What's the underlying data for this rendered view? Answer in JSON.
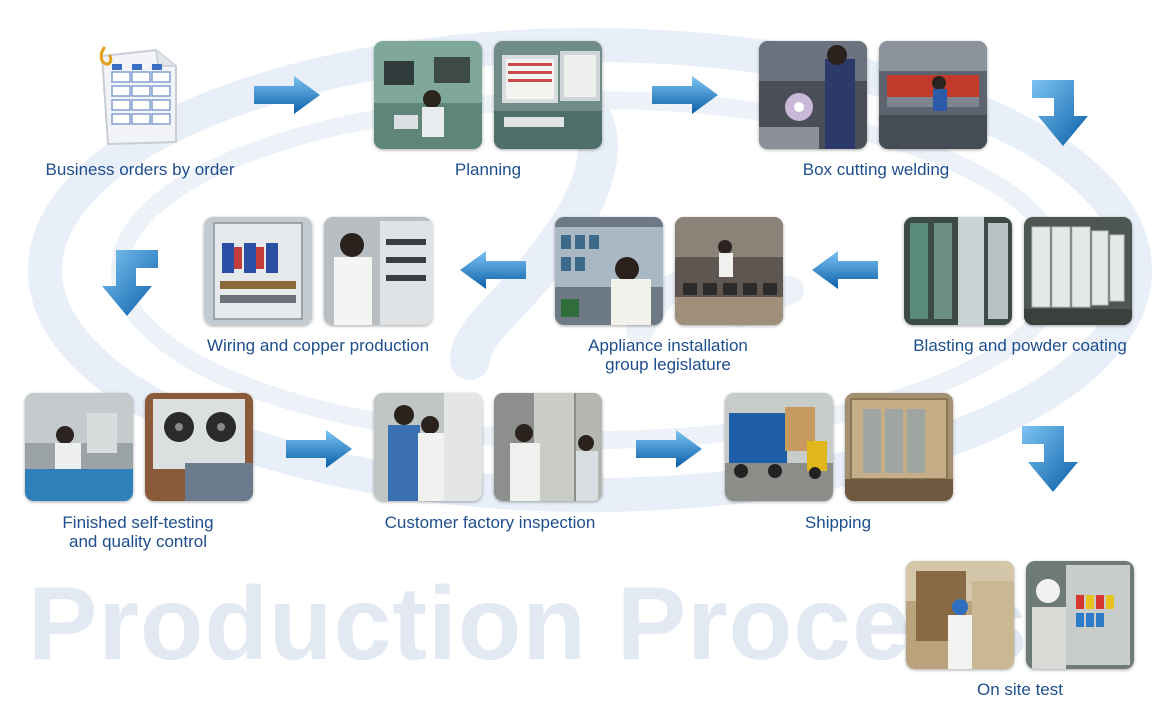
{
  "title": "Production Process",
  "steps": [
    {
      "id": "s1",
      "label_lines": [
        "Business orders by order"
      ],
      "photos": []
    },
    {
      "id": "s2",
      "label_lines": [
        "Planning"
      ],
      "photos": [
        "office-workers-photo",
        "computer-monitors-photo"
      ]
    },
    {
      "id": "s3",
      "label_lines": [
        "Box cutting welding"
      ],
      "photos": [
        "welding-photo",
        "cutting-machine-photo"
      ]
    },
    {
      "id": "s4",
      "label_lines": [
        "Blasting and powder coating"
      ],
      "photos": [
        "blasting-room-photo",
        "powder-coated-panels-photo"
      ]
    },
    {
      "id": "s5",
      "label_lines": [
        "Appliance installation",
        "group legislature"
      ],
      "photos": [
        "installing-appliances-photo",
        "assembly-line-photo"
      ]
    },
    {
      "id": "s6",
      "label_lines": [
        "Wiring and copper production"
      ],
      "photos": [
        "cabinet-wiring-photo",
        "technician-wiring-photo"
      ]
    },
    {
      "id": "s7",
      "label_lines": [
        "Finished self-testing",
        "and quality control"
      ],
      "photos": [
        "test-bench-photo",
        "fan-panel-photo"
      ]
    },
    {
      "id": "s8",
      "label_lines": [
        "Customer factory inspection"
      ],
      "photos": [
        "inspectors-photo",
        "cabinet-inspection-photo"
      ]
    },
    {
      "id": "s9",
      "label_lines": [
        "Shipping"
      ],
      "photos": [
        "truck-loading-photo",
        "crated-cabinets-photo"
      ]
    },
    {
      "id": "s10",
      "label_lines": [
        "On site test"
      ],
      "photos": [
        "site-technician-photo",
        "site-panel-photo"
      ]
    }
  ],
  "colors": {
    "label": "#1f4e8c",
    "arrow_light": "#5fb3ef",
    "arrow_dark": "#0b5fa8",
    "watermark": "#e3e9f2",
    "logo": "#e8eff8"
  },
  "icons": [
    "arrow-right-icon",
    "arrow-left-icon",
    "arrow-down-right-icon",
    "arrow-down-left-icon",
    "document-icon"
  ]
}
